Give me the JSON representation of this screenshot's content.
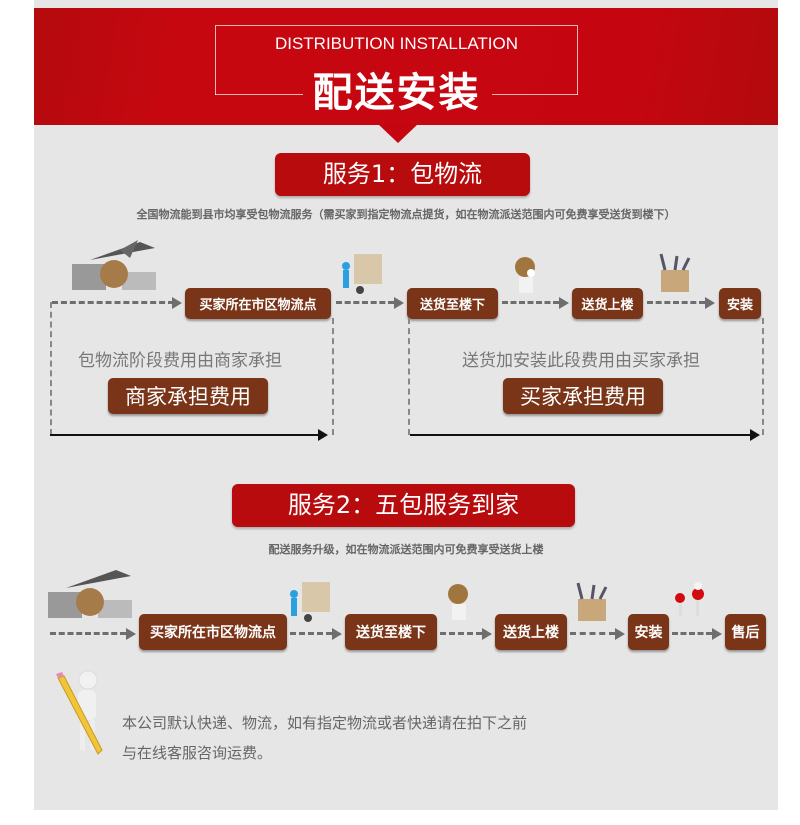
{
  "header": {
    "title_en": "DISTRIBUTION INSTALLATION",
    "title_cn": "配送安装"
  },
  "service1": {
    "title": "服务1：包物流",
    "description": "全国物流能到县市均享受包物流服务（需买家到指定物流点提货，如在物流派送范围内可免费享受送货到楼下）",
    "steps": [
      "买家所在市区物流点",
      "送货至楼下",
      "送货上楼",
      "安装"
    ],
    "left_note": "包物流阶段费用由商家承担",
    "left_badge": "商家承担费用",
    "right_note": "送货加安装此段费用由买家承担",
    "right_badge": "买家承担费用"
  },
  "service2": {
    "title": "服务2：五包服务到家",
    "description": "配送服务升级，如在物流派送范围内可免费享受送货上楼",
    "steps": [
      "买家所在市区物流点",
      "送货至楼下",
      "送货上楼",
      "安装",
      "售后"
    ]
  },
  "notice": {
    "line1": "本公司默认快递、物流，如有指定物流或者快递请在拍下之前",
    "line2": "与在线客服咨询运费。"
  },
  "colors": {
    "banner": "#c50610",
    "badge_red": "#b70b0d",
    "step_brown": "#7a3418",
    "panel": "#e6e6e6"
  }
}
